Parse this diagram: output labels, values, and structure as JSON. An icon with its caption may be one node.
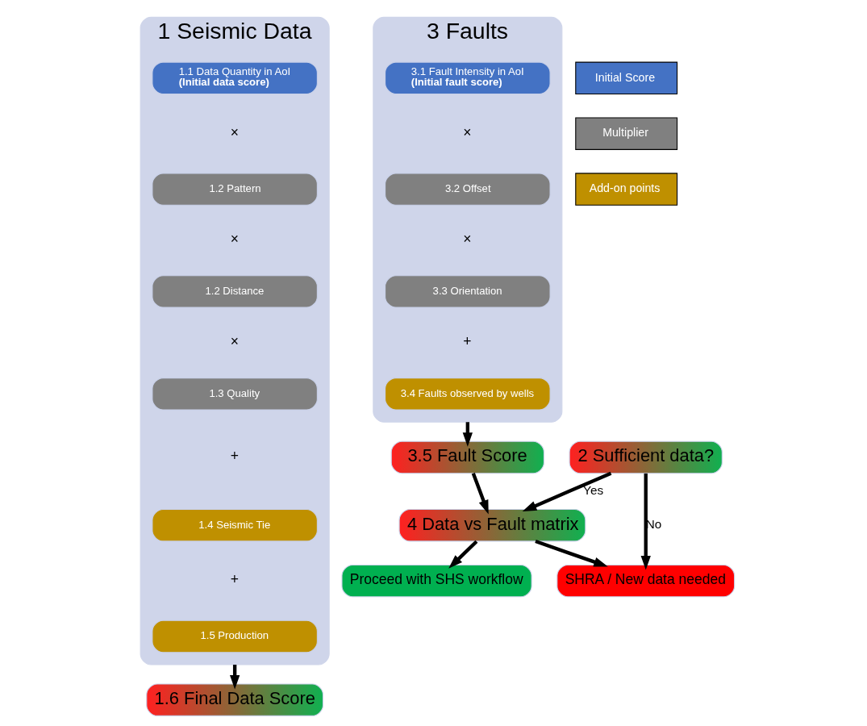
{
  "diagram": {
    "nodes": [
      {
        "text": [
          "1 Seismic Data"
        ]
      },
      {
        "text": [
          "1.1 Data Quantity in AoI",
          "(Initial data score)"
        ],
        "in": 0
      },
      {
        "text": [
          "1.2 Pattern"
        ],
        "in": 0
      },
      {
        "text": [
          "1.2 Distance"
        ],
        "in": 0
      },
      {
        "text": [
          "1.3 Quality"
        ],
        "in": 0
      },
      {
        "text": [
          "1.4 Seismic Tie"
        ],
        "in": 0
      },
      {
        "text": [
          "1.5 Production"
        ],
        "in": 0
      },
      {
        "text": [
          "3 Faults"
        ]
      },
      {
        "text": [
          "3.1 Fault Intensity in AoI",
          "(Initial fault score)"
        ],
        "in": 7
      },
      {
        "text": [
          "3.2 Offset"
        ],
        "in": 7
      },
      {
        "text": [
          "3.3 Orientation"
        ],
        "in": 7
      },
      {
        "text": [
          "3.4 Faults observed by wells"
        ],
        "in": 7
      },
      {
        "text": [
          "1.6 Final Data Score"
        ]
      },
      {
        "text": [
          "2 Sufficient data?"
        ]
      },
      {
        "text": [
          "3.5 Fault Score"
        ]
      },
      {
        "text": [
          "4 Data vs Fault matrix"
        ]
      },
      {
        "text": [
          "SHRA / New data needed"
        ]
      },
      {
        "text": [
          "Proceed with SHS workflow"
        ]
      }
    ],
    "edges": [
      {
        "from": 0,
        "to": 12,
        "arrow": "to"
      },
      {
        "from": 7,
        "to": 14,
        "arrow": "to"
      },
      {
        "from": 13,
        "to": 15,
        "arrow": "to",
        "label": "Yes"
      },
      {
        "from": 13,
        "to": 16,
        "arrow": "to",
        "label": "No"
      },
      {
        "from": 14,
        "to": 15,
        "arrow": "to"
      },
      {
        "from": 15,
        "to": 16,
        "arrow": "to"
      },
      {
        "from": 15,
        "to": 17,
        "arrow": "to"
      }
    ],
    "labels": [
      "×",
      "×",
      "×",
      "+",
      "+",
      "×",
      "×",
      "+"
    ],
    "legend": [
      {
        "text": "Initial Score",
        "color": "#4472c4"
      },
      {
        "text": "Multiplier",
        "color": "#808080"
      },
      {
        "text": "Add-on points",
        "color": "#bf9000"
      }
    ]
  }
}
